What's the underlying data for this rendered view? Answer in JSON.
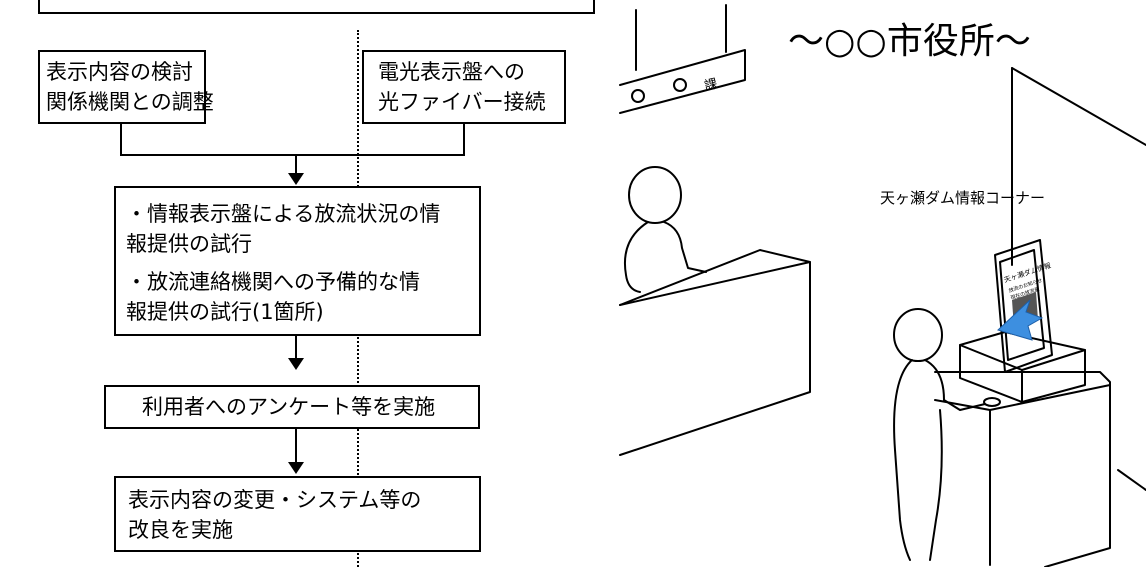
{
  "flow": {
    "box1": [
      "表示内容の検討",
      "関係機関との調整"
    ],
    "box2": [
      "電光表示盤への",
      "光ファイバー接続"
    ],
    "box3": [
      "・情報表示盤による放流状況の情",
      "報提供の試行",
      "・放流連絡機関への予備的な情",
      "報提供の試行(1箇所)"
    ],
    "box4": "利用者へのアンケート等を実施",
    "box5": [
      "表示内容の変更・システム等の",
      "改良を実施"
    ]
  },
  "scene": {
    "title": "～○○市役所～",
    "sign_label": "課",
    "corner_label": "天ヶ瀬ダム情報コーナー",
    "screen_text": [
      "天ヶ瀬ダム情報",
      "放流のお知らせ",
      "現在の放流量"
    ]
  },
  "colors": {
    "arrow": "#3d8fe0",
    "line": "#000000"
  }
}
